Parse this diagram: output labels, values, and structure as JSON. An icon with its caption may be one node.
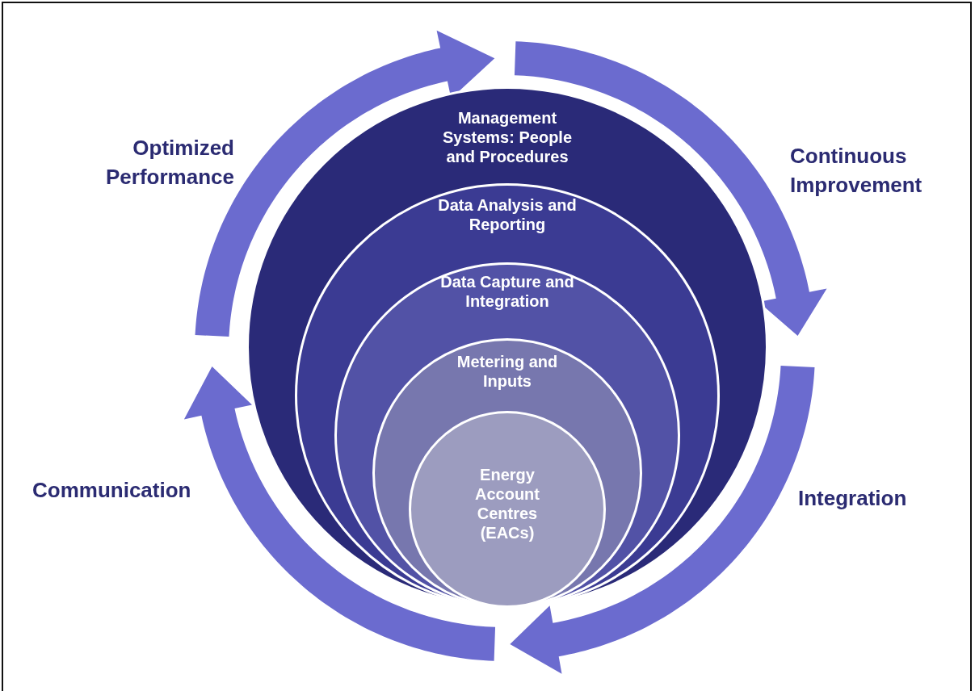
{
  "diagram": {
    "nodes": [
      {
        "text": [
          "Management Systems: People and Procedures"
        ]
      },
      {
        "text": [
          "Data Analysis and Reporting"
        ],
        "in": 0
      },
      {
        "text": [
          "Data Capture and Integration"
        ],
        "in": 1
      },
      {
        "text": [
          "Metering and Inputs"
        ],
        "in": 2
      },
      {
        "text": [
          "Energy Account Centres (EACs)"
        ],
        "in": 3
      }
    ],
    "labels": [
      "Optimized Performance",
      "Continuous Improvement",
      "Communication",
      "Integration"
    ]
  }
}
